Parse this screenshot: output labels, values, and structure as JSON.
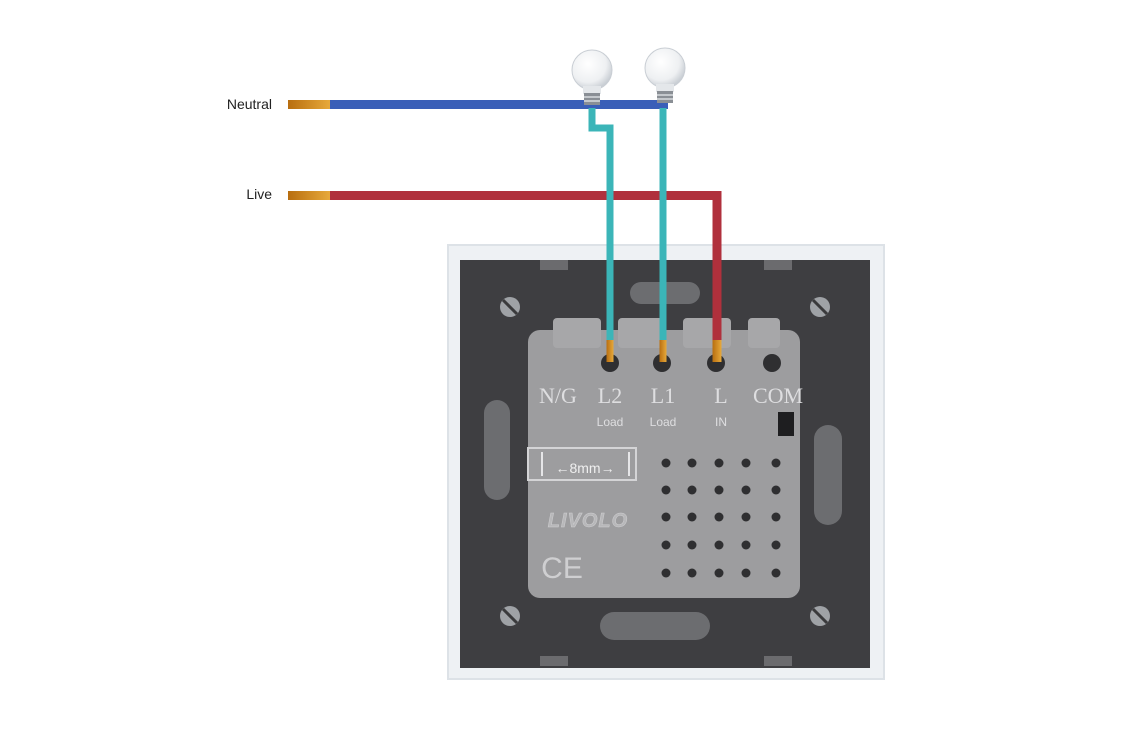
{
  "labels": {
    "neutral": "Neutral",
    "live": "Live"
  },
  "terminals": {
    "ng": "N/G",
    "l2": "L2",
    "l1": "L1",
    "l": "L",
    "com": "COM",
    "l2_sub": "Load",
    "l1_sub": "Load",
    "l_sub": "IN"
  },
  "module": {
    "strip_length": "8mm",
    "brand": "LIVOLO",
    "mark": "CE"
  },
  "colors": {
    "neutral_wire": "#3a5fb8",
    "live_wire": "#b0303c",
    "load_wire": "#3bb5b8",
    "copper_tip": "#d08a1a",
    "panel": "#3d3d3f",
    "panel_frame": "#e9ecef",
    "module": "#9c9c9c"
  },
  "icons": [
    "bulb-icon",
    "screw-icon"
  ]
}
